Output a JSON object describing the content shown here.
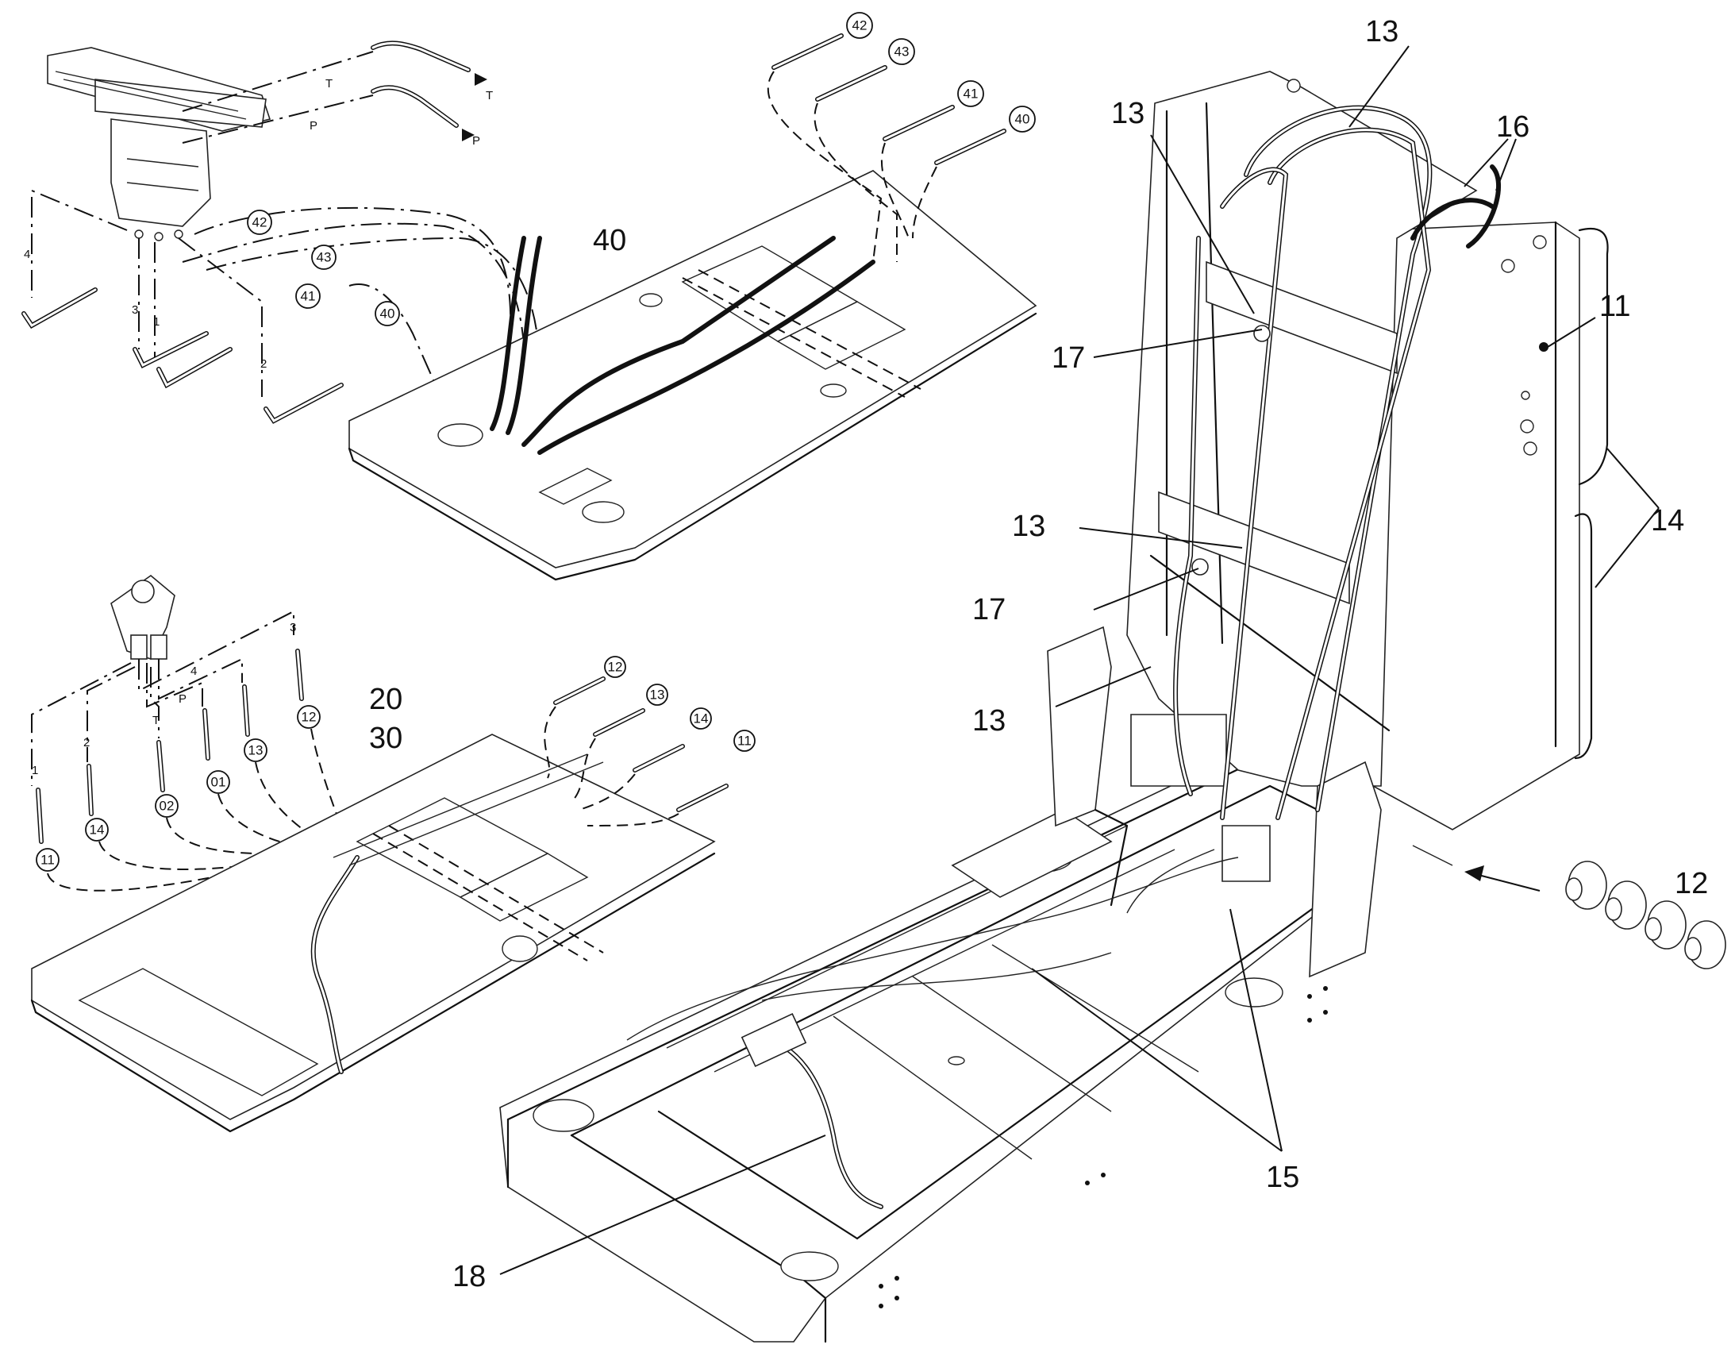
{
  "callouts": {
    "c11": "11",
    "c12": "12",
    "c13a": "13",
    "c13b": "13",
    "c13c": "13",
    "c13d": "13",
    "c14": "14",
    "c15": "15",
    "c16": "16",
    "c17a": "17",
    "c17b": "17",
    "c18": "18",
    "c20": "20",
    "c30": "30",
    "c40": "40"
  },
  "ports_top": {
    "T": "T",
    "P": "P",
    "p1": "1",
    "p2": "2",
    "p3": "3",
    "p4": "4"
  },
  "hose_ids_top": [
    "42",
    "43",
    "41",
    "40"
  ],
  "hose_ids_top_fittings": [
    "42",
    "43",
    "41",
    "40"
  ],
  "ports_bottom": {
    "p1": "1",
    "p2": "2",
    "p3": "3",
    "p4": "4",
    "T": "T",
    "P": "P"
  },
  "hose_ids_bottom": [
    "11",
    "14",
    "02",
    "01",
    "13",
    "12"
  ],
  "hose_ids_bottom_fittings": [
    "12",
    "13",
    "14",
    "11"
  ],
  "icons": {
    "pedal_valve": "foot-pedal-valve-icon",
    "joystick": "joystick-valve-icon",
    "mount": "rubber-mount-icon"
  }
}
